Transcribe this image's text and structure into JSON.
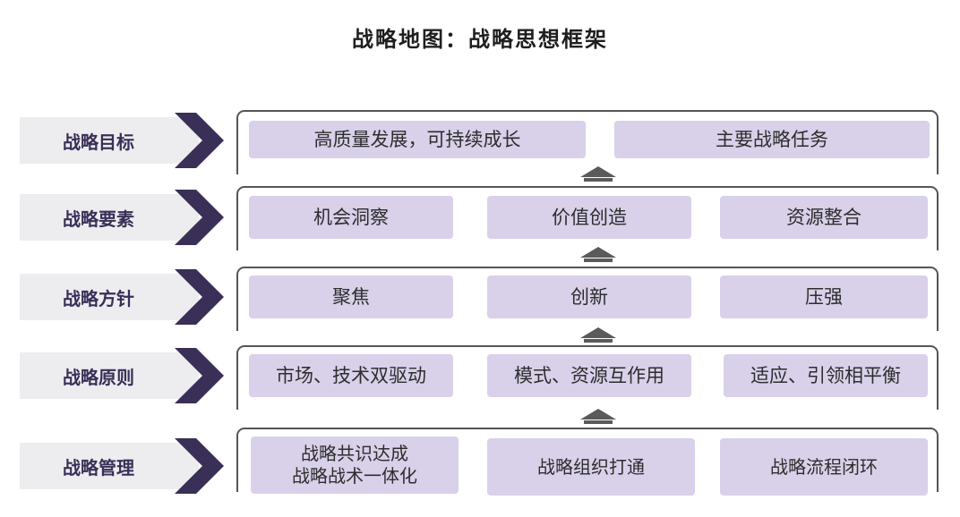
{
  "title": "战略地图：战略思想框架",
  "rows": [
    {
      "label": "战略目标",
      "boxes": [
        "高质量发展，可持续成长",
        "主要战略任务"
      ]
    },
    {
      "label": "战略要素",
      "boxes": [
        "机会洞察",
        "价值创造",
        "资源整合"
      ]
    },
    {
      "label": "战略方针",
      "boxes": [
        "聚焦",
        "创新",
        "压强"
      ]
    },
    {
      "label": "战略原则",
      "boxes": [
        "市场、技术双驱动",
        "模式、资源互作用",
        "适应、引领相平衡"
      ]
    },
    {
      "label": "战略管理",
      "boxes": [
        "战略共识达成",
        "战略组织打通",
        "战略流程闭环"
      ],
      "box0_line2": "战略战术一体化"
    }
  ],
  "colors": {
    "label_bg": "#ededf0",
    "chevron": "#3a2f57",
    "box_bg": "#d9d0ea",
    "arrow": "#5a5a5a"
  }
}
